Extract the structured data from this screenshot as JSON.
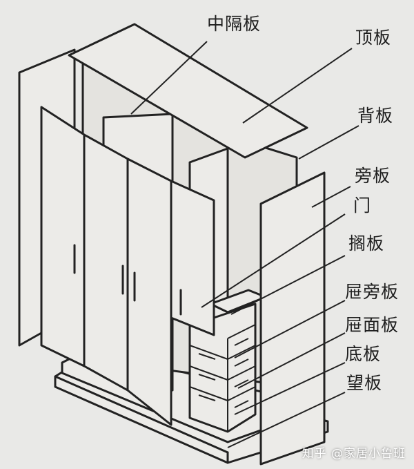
{
  "labels": {
    "middle_partition": "中隔板",
    "top_panel": "顶板",
    "back_panel": "背板",
    "side_panel": "旁板",
    "door": "门",
    "shelf": "搁板",
    "drawer_side": "屉旁板",
    "drawer_front": "屉面板",
    "bottom_panel": "底板",
    "plinth": "望板"
  },
  "watermark": "知乎 @家居小鲁班"
}
